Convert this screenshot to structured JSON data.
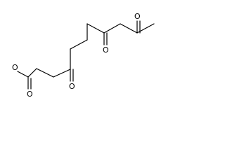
{
  "diagram": {
    "type": "skeletal-structure",
    "atoms": [
      {
        "id": "o-ketone-5",
        "symbol": "O"
      },
      {
        "id": "o-ketone-7",
        "symbol": "O"
      },
      {
        "id": "o-ketone-10",
        "symbol": "O"
      },
      {
        "id": "o-ester-carbonyl",
        "symbol": "O"
      },
      {
        "id": "o-ester-ether",
        "symbol": "O"
      }
    ]
  }
}
